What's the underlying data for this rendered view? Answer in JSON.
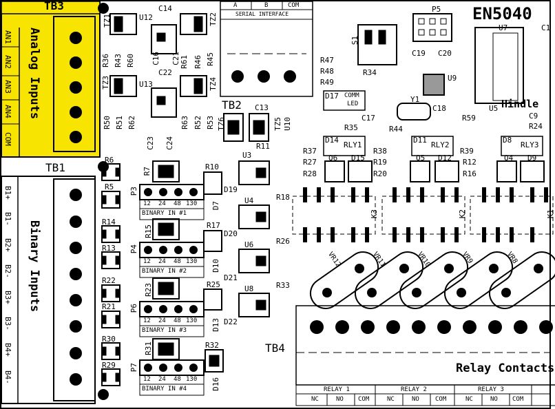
{
  "board": {
    "title": "EN5040",
    "brand": "Hindle"
  },
  "tb3": {
    "label": "TB3",
    "section_label": "Analog Inputs",
    "pins": [
      "AN1",
      "AN2",
      "AN3",
      "AN4",
      "COM"
    ],
    "highlight_color": "#f7e400"
  },
  "tb1": {
    "label": "TB1",
    "section_label": "Binary Inputs",
    "pins": [
      "B1+",
      "B1-",
      "B2+",
      "B2-",
      "B3+",
      "B3-",
      "B4+",
      "B4-"
    ]
  },
  "tb2": {
    "label": "TB2",
    "header": [
      "A",
      "B",
      "COM"
    ],
    "caption": "SERIAL INTERFACE"
  },
  "tb4": {
    "label": "TB4",
    "caption": "Relay Contacts"
  },
  "relays": [
    {
      "name": "RELAY 1",
      "pins": [
        "NC",
        "NO",
        "COM"
      ]
    },
    {
      "name": "RELAY 2",
      "pins": [
        "NC",
        "NO",
        "COM"
      ]
    },
    {
      "name": "RELAY 3",
      "pins": [
        "NC",
        "NO",
        "COM"
      ]
    }
  ],
  "binary_in_blocks": [
    {
      "caption": "BINARY IN #1",
      "ranges": [
        "12",
        "24",
        "48",
        "130"
      ]
    },
    {
      "caption": "BINARY IN #2",
      "ranges": [
        "12",
        "24",
        "48",
        "130"
      ]
    },
    {
      "caption": "BINARY IN #3",
      "ranges": [
        "12",
        "24",
        "48",
        "130"
      ]
    },
    {
      "caption": "BINARY IN #4",
      "ranges": [
        "12",
        "24",
        "48",
        "130"
      ]
    }
  ],
  "relay_leds": [
    "RLY1",
    "RLY2",
    "RLY3"
  ],
  "comm_led": [
    "COMM",
    "LED"
  ],
  "varistors": [
    "VR12",
    "VR11",
    "VR10",
    "VR9",
    "VR8"
  ],
  "refdes": [
    "TZ1",
    "U12",
    "C14",
    "TZ2",
    "C16",
    "C21",
    "R61",
    "R36",
    "R43",
    "R60",
    "R46",
    "R45",
    "C22",
    "TZ3",
    "U13",
    "TZ4",
    "R50",
    "R51",
    "R62",
    "R63",
    "R52",
    "R53",
    "C23",
    "C24",
    "TZ6",
    "TZ5",
    "C13",
    "U10",
    "R11",
    "U3",
    "R6",
    "R7",
    "R5",
    "R10",
    "P3",
    "D19",
    "U4",
    "R18",
    "D7",
    "R14",
    "R15",
    "R17",
    "R13",
    "P4",
    "D20",
    "U6",
    "R26",
    "D10",
    "R22",
    "R23",
    "R25",
    "D21",
    "U8",
    "R33",
    "R21",
    "P6",
    "D13",
    "D22",
    "R30",
    "R31",
    "R32",
    "R29",
    "P7",
    "D16",
    "S1",
    "R47",
    "R48",
    "R34",
    "R49",
    "D17",
    "P5",
    "C19",
    "C20",
    "U9",
    "U7",
    "C1",
    "Y1",
    "C18",
    "C17",
    "R35",
    "R44",
    "U5",
    "R59",
    "C9",
    "R24",
    "D14",
    "D11",
    "D8",
    "R37",
    "R27",
    "R28",
    "Q6",
    "D15",
    "R38",
    "R19",
    "R20",
    "Q5",
    "D12",
    "R39",
    "R12",
    "R16",
    "Q4",
    "D9",
    "K3",
    "K2",
    "K1"
  ]
}
